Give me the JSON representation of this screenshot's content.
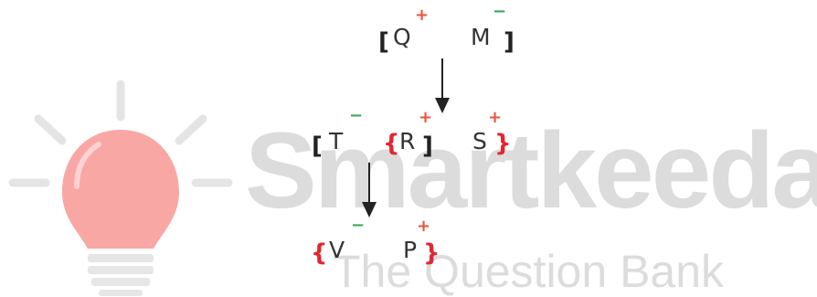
{
  "watermark": {
    "brand": "Smartkeeda",
    "tagline": "The Question Bank",
    "logo_icon": "lightbulb-icon"
  },
  "colors": {
    "plus": "#e8553a",
    "minus": "#3aa655",
    "curly_bracket": "#e3262e",
    "square_bracket": "#222222",
    "watermark": "#dcdcdc",
    "bulb": "#f9a7a5"
  },
  "diagram": {
    "rows": [
      {
        "nodes": [
          {
            "label": "Q",
            "sign": "+"
          },
          {
            "label": "M",
            "sign": "−"
          }
        ]
      },
      {
        "nodes": [
          {
            "label": "T",
            "sign": "−"
          },
          {
            "label": "R",
            "sign": "+"
          },
          {
            "label": "S",
            "sign": "+"
          }
        ]
      },
      {
        "nodes": [
          {
            "label": "V",
            "sign": "−"
          },
          {
            "label": "P",
            "sign": "+"
          }
        ]
      }
    ],
    "brackets": {
      "square_open": "[",
      "square_close": "]",
      "curly_open": "{",
      "curly_close": "}"
    }
  }
}
